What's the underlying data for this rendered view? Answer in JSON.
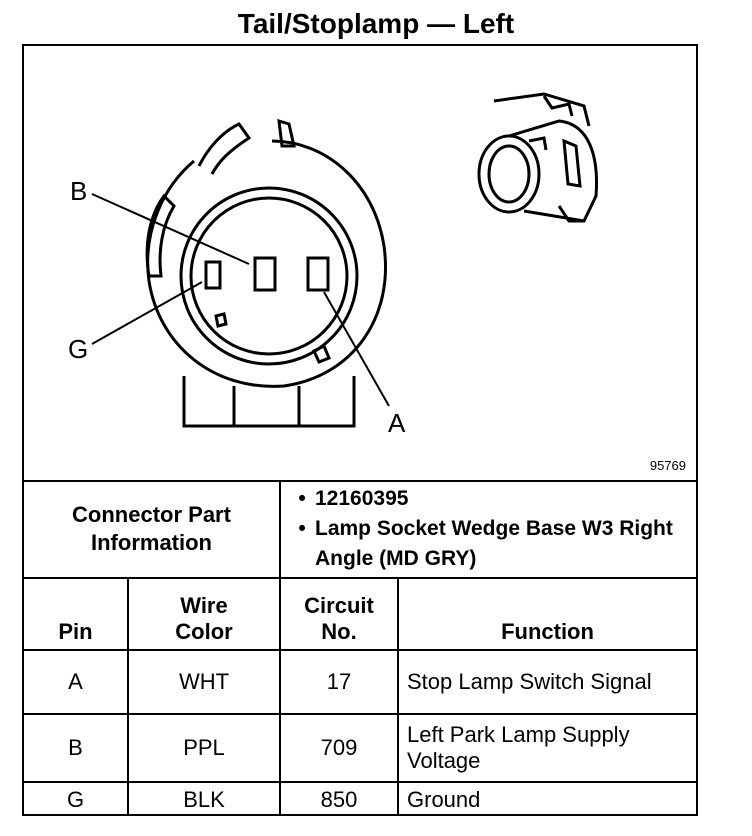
{
  "title": "Tail/Stoplamp — Left",
  "figure_number": "95769",
  "pin_labels": [
    "B",
    "G",
    "A"
  ],
  "connector_info": {
    "label": "Connector Part Information",
    "items": [
      "12160395",
      "Lamp Socket Wedge Base W3 Right Angle (MD GRY)"
    ]
  },
  "table": {
    "headers": {
      "pin": "Pin",
      "wire_color": "Wire Color",
      "circuit": "Circuit No.",
      "function": "Function"
    },
    "rows": [
      {
        "pin": "A",
        "wire_color": "WHT",
        "circuit": "17",
        "function": "Stop Lamp Switch Signal"
      },
      {
        "pin": "B",
        "wire_color": "PPL",
        "circuit": "709",
        "function": "Left Park Lamp Supply Voltage"
      },
      {
        "pin": "G",
        "wire_color": "BLK",
        "circuit": "850",
        "function": "Ground"
      }
    ]
  }
}
